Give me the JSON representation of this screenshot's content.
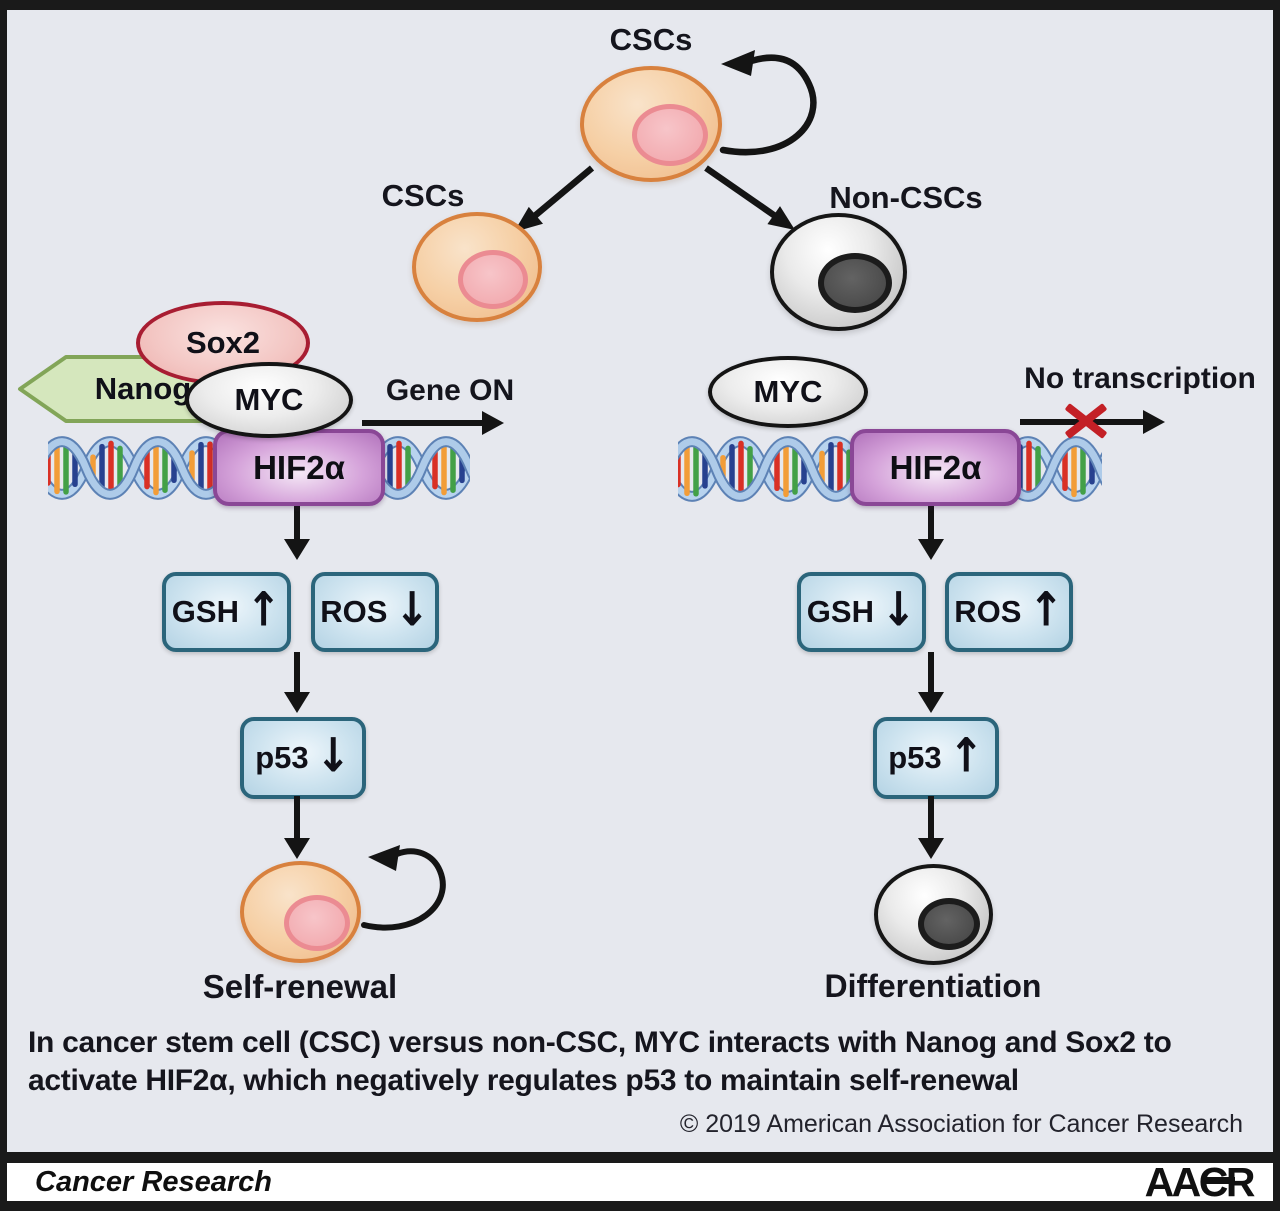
{
  "cells": {
    "top_label": "CSCs",
    "left_label": "CSCs",
    "right_label": "Non-CSCs"
  },
  "left_pathway": {
    "sox2_label": "Sox2",
    "nanog_label": "Nanog",
    "myc_label": "MYC",
    "hif2a_label": "HIF2α",
    "gene_status": "Gene ON",
    "gsh_label": "GSH",
    "gsh_arrow": "↑",
    "ros_label": "ROS",
    "ros_arrow": "↓",
    "p53_label": "p53",
    "p53_arrow": "↓",
    "outcome_label": "Self-renewal"
  },
  "right_pathway": {
    "myc_label": "MYC",
    "hif2a_label": "HIF2α",
    "gene_status": "No transcription",
    "gsh_label": "GSH",
    "gsh_arrow": "↓",
    "ros_label": "ROS",
    "ros_arrow": "↑",
    "p53_label": "p53",
    "p53_arrow": "↑",
    "outcome_label": "Differentiation"
  },
  "caption": {
    "line1": "In cancer stem cell (CSC) versus non-CSC, MYC interacts with Nanog and Sox2 to",
    "line2": "activate HIF2α, which negatively regulates p53 to maintain self-renewal",
    "copyright": "© 2019 American Association for Cancer Research"
  },
  "footer": {
    "journal_name": "Cancer Research",
    "logo_text": "AACR"
  },
  "colors": {
    "background": "#e6e8ee",
    "csc_cell_border": "#d8813e",
    "hif2a_purple": "#b273bc",
    "blue_box_border": "#2b657b",
    "red_x": "#c32026",
    "sox2_border": "#a81d32",
    "nanog_green": "#d5e7bd"
  }
}
